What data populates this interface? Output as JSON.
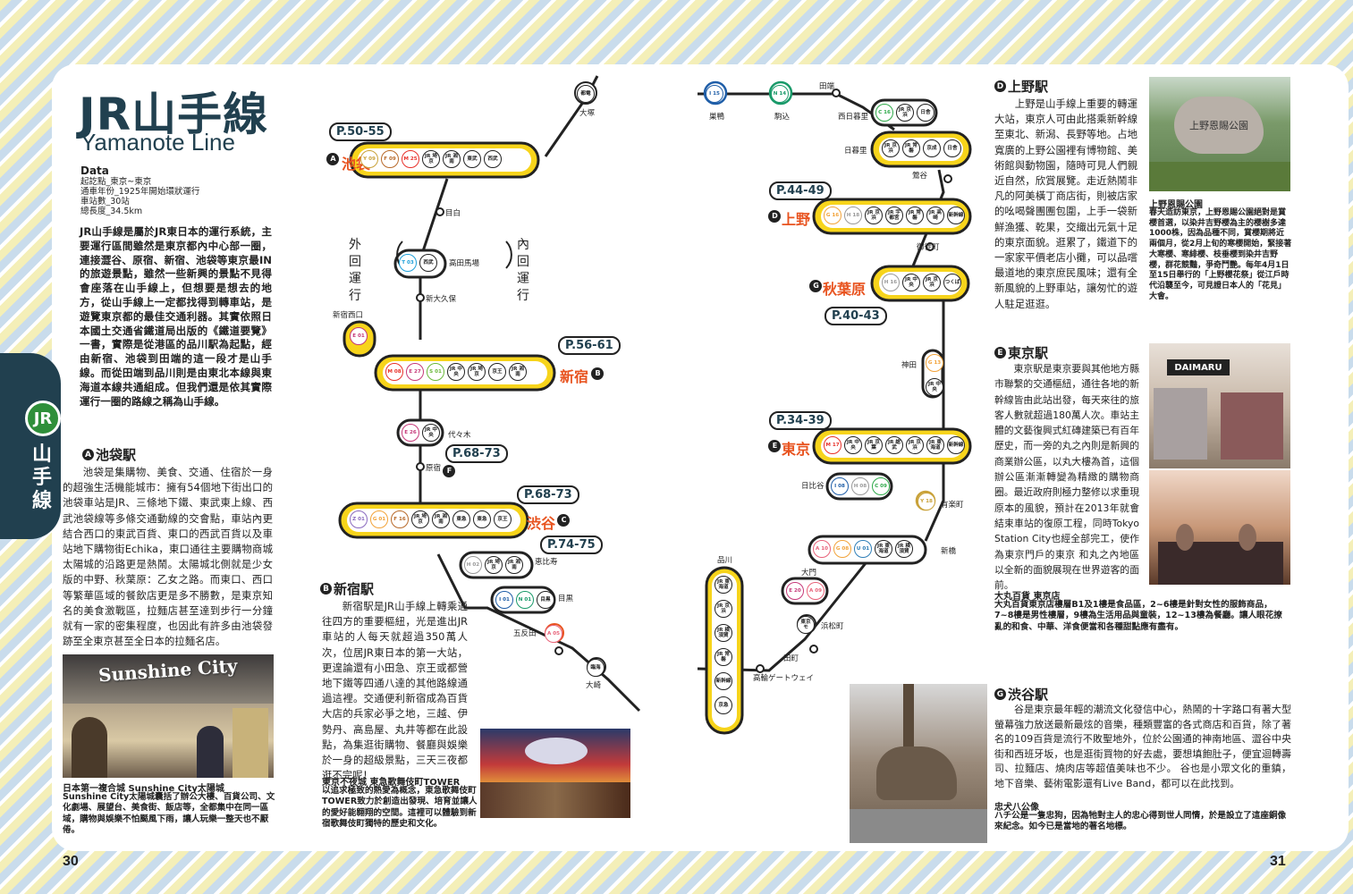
{
  "left": {
    "title": "JR山手線",
    "subtitle": "Yamanote Line",
    "data_heading": "Data",
    "data_lines": [
      "起訖點_東京~東京",
      "通車年份_1925年開始環狀運行",
      "車站數_30站",
      "總長度_34.5km"
    ],
    "intro": "JR山手線是屬於JR東日本的運行系統，主要運行區間雖然是東京都內中心部一圈，連接澀谷、原宿、新宿、池袋等東京最IN的旅遊景點，雖然一些新興的景點不見得會座落在山手線上，但想要是想去的地方，從山手線上一定都找得到轉車站，是遊覽東京都的最佳交通利器。其實依照日本國土交通省鐵道局出版的《鐵道要覽》一書，實際是從港區的品川駅為起點，經由新宿、池袋到田端的這一段才是山手線。而從田端到品川則是由東北本線與東海道本線共通組成。但我們還是依其實際運行一圈的路線之稱為山手線。",
    "tab_circle": "JR",
    "tab_text": "山手線",
    "ikebukuro": {
      "letter": "A",
      "title": "池袋駅",
      "body": "池袋是集購物、美食、交通、住宿於一身的超強生活機能城市：擁有54個地下街出口的池袋車站是JR、三條地下鐵、東武東上線、西武池袋線等多條交通動線的交會點，車站內更結合西口的東武百貨、東口的西武百貨以及車站地下購物街Echika，東口通往主要購物商城太陽城的沿路更是熱鬧。太陽城北側就是少女版的中野、秋葉原：乙女之路。而東口、西口等繁華區域的餐飲店更是多不勝數，是東京知名的美食激戰區，拉麵店甚至達到步行一分鐘就有一家的密集程度，也因此有許多由池袋發跡至全東京甚至全日本的拉麵名店。"
    },
    "photo1": {
      "sign": "Sunshine City",
      "cap_title": "日本第一複合城 Sunshine City太陽城",
      "cap": "Sunshine City太陽城囊括了辦公大樓、百貨公司、文化劇場、展望台、美食街、飯店等，全都集中在同一區域，購物與娛樂不怕颳風下雨，讓人玩樂一整天也不厭倦。"
    },
    "shinjuku": {
      "letter": "B",
      "title": "新宿駅",
      "body": "新宿駅是JR山手線上轉乘通往四方的重要樞紐，光是進出JR車站的人每天就超過350萬人次，位居JR東日本的第一大站，更遑論還有小田急、京王或都營地下鐵等四通八達的其他路線通過這裡。交通便利新宿成為百貨大店的兵家必爭之地，三越、伊勢丹、高島屋、丸井等都在此設點，為集逛街購物、餐廳與娛樂於一身的超級景點，三天三夜都逛不完呢！"
    },
    "photo2": {
      "cap_title": "東京不夜城 東急歌舞伎町TOWER",
      "cap": "以追求極致的熱愛為概念，東急歌舞伎町TOWER致力於創造出發現、培育並讓人的愛好能翱翔的空間。這裡可以體驗到新宿歌舞伎町獨特的歷史和文化。"
    },
    "page": "30"
  },
  "right": {
    "ueno": {
      "letter": "D",
      "title": "上野駅",
      "body": "上野是山手線上重要的轉運大站，東京人可由此搭乘新幹線至東北、新潟、長野等地。占地寬廣的上野公園裡有博物館、美術館與動物園，隨時可見人們親近自然，欣賞展覽。走近熱鬧非凡的阿美橫丁商店街，則被店家的吆喝聲團團包圍，上手一袋新鮮漁獲、乾果，交織出元氣十足的東京面貌。逛累了，鐵道下的一家家平價老店小攤，可以品嚐最道地的東京庶民風味；還有全新風貌的上野車站，讓匆忙的遊人駐足逛逛。"
    },
    "photo3": {
      "stone": "上野恩賜公園",
      "cap_title": "上野恩賜公園",
      "cap": "春天造訪東京，上野恩賜公園絕對是賞櫻首選，以染井吉野櫻為主的櫻樹多達1000株，因為品種不同，賞櫻期將近兩個月，從2月上旬的寒櫻開始，緊接著大寒櫻、寒緋櫻、枝垂櫻到染井吉野櫻，群花競豔，爭奇鬥艷。每年4月1日至15日舉行的「上野櫻花祭」從江戶時代沿襲至今，可見證日本人的「花見」大會。"
    },
    "tokyo": {
      "letter": "E",
      "title": "東京駅",
      "body": "東京駅是東京要與其他地方縣市聯繫的交通樞紐，通往各地的新幹線皆由此站出發，每天來往的旅客人數就超過180萬人次。車站主體的文藝復興式紅磚建築已有百年歷史，而一旁的丸之內則是新興的商業辦公區，以丸大樓為首，這個辦公區漸漸轉變為精緻的購物商圈。最近政府則極力整修以求重現原本的風貌，預計在2013年就會結束車站的復原工程，同時Tokyo Station City也經全部完工，使作為東京門戶的東京 和丸之內地區以全新的面貌展現在世界遊客的面前。"
    },
    "photo4": {
      "sign": "DAIMARU",
      "cap_title": "大丸百貨 東京店",
      "cap": "大丸百貨東京店樓層B1及1樓是食品區，2~6樓是針對女性的服飾商品，7~8樓是男性樓層，9樓為生活用品與童裝，12~13樓為餐廳。讓人眼花撩亂的和食、中華、洋食便當和各種甜點應有盡有。"
    },
    "shibuya": {
      "letter": "G",
      "title": "渋谷駅",
      "body": "谷是東京最年輕的潮流文化發信中心，熱鬧的十字路口有著大型螢幕強力放送最新最炫的音樂，種類豐富的各式商店和百貨，除了著名的109百貨是流行不敗聖地外，位於公園通的神南地區、澀谷中央街和西班牙坂，也是逛街買物的好去處，要想填飽肚子，便宜迴轉壽司、拉麵店、燒肉店等超值美味也不少。 谷也是小眾文化的重鎮，地下音樂、藝術電影還有Live Band，都可以在此找到。"
    },
    "photo5": {
      "cap_title": "忠犬八公像",
      "cap": "ハチ公是一隻忠狗，因為牠對主人的忠心得到世人同情，於是設立了這座銅像來紀念。如今已是當地的著名地標。"
    },
    "page": "31"
  },
  "map": {
    "dir_left": "外回運行",
    "dir_right": "內回運行",
    "pages": {
      "ikebukuro": "P.50-55",
      "shinjuku": "P.56-61",
      "shibuya": "P.68-73",
      "ebisu": "P.74-75",
      "ueno": "P.44-49",
      "akihabara": "P.40-43",
      "tokyo": "P.34-39"
    },
    "hubs": {
      "ikebukuro": "池袋",
      "shinjuku": "新宿",
      "shibuya": "渋谷",
      "ueno": "上野",
      "akihabara": "秋葉原",
      "tokyo": "東京"
    },
    "hub_letters": {
      "ikebukuro": "A",
      "shinjuku": "B",
      "shibuya": "C",
      "ueno": "D",
      "tokyo": "E",
      "harajuku": "F",
      "akihabara": "G"
    },
    "stations": [
      "大塚",
      "目白",
      "高田馬場",
      "新大久保",
      "新宿西口",
      "代々木",
      "原宿",
      "恵比寿",
      "目黒",
      "五反田",
      "大崎",
      "巣鴨",
      "駒込",
      "田端",
      "西日暮里",
      "日暮里",
      "鶯谷",
      "御徒町",
      "神田",
      "有楽町",
      "日比谷",
      "新橋",
      "大門",
      "浜松町",
      "田町",
      "高輪ゲートウェイ",
      "品川"
    ],
    "badges": {
      "ikebukuro": [
        "Y 09",
        "F 09",
        "M 25",
        "JR 埼京",
        "JR 湘南",
        "東武",
        "西武"
      ],
      "shinjuku": [
        "M 08",
        "E 27",
        "S 01",
        "JR 中央",
        "JR 埼京",
        "京王",
        "JR 湘南"
      ],
      "shibuya": [
        "Z 01",
        "G 01",
        "F 16",
        "JR 埼京",
        "JR 湘南",
        "東急",
        "東急",
        "京王"
      ],
      "ueno": [
        "G 16",
        "H 18",
        "JR 京浜",
        "JR 宇都宮",
        "JR 常磐",
        "JR 高崎",
        "新幹線"
      ],
      "akihabara": [
        "H 16",
        "JR 中央",
        "JR 京浜",
        "つくば"
      ],
      "tokyo": [
        "M 17",
        "JR 中央",
        "JR 京葉",
        "JR 総武",
        "JR 京浜",
        "JR 東海道",
        "新幹線"
      ],
      "otsuka": [
        "都電"
      ],
      "takadanobaba": [
        "T 03",
        "西武"
      ],
      "shinjuku_nishiguchi": [
        "E 01"
      ],
      "yoyogi": [
        "E 26",
        "JR 中央"
      ],
      "ebisu": [
        "H 02",
        "JR 埼京",
        "JR 湘南"
      ],
      "meguro": [
        "I 01",
        "N 01",
        "目黒"
      ],
      "gotanda": [
        "A 05"
      ],
      "osaki": [
        "臨海"
      ],
      "sugamo": [
        "I 15"
      ],
      "komagome": [
        "N 14"
      ],
      "nishinippori": [
        "C 16",
        "JR 京浜",
        "日舎"
      ],
      "nippori": [
        "JR 京浜",
        "JR 常磐",
        "京成",
        "日舎"
      ],
      "kanda": [
        "G 13",
        "JR 中央"
      ],
      "yurakucho": [
        "Y 18"
      ],
      "hibiya": [
        "I 08",
        "H 08",
        "C 09"
      ],
      "shimbashi": [
        "A 10",
        "G 08",
        "U 01",
        "JR 東海道",
        "JR 横須賀"
      ],
      "daimon": [
        "E 20",
        "A 09"
      ],
      "hamamatsucho": [
        "東京 モ"
      ],
      "shinagawa": [
        "JR 東海道",
        "JR 京浜",
        "JR 横須賀",
        "JR 常磐",
        "新幹線",
        "京急"
      ]
    }
  },
  "colors": {
    "accent": "#f7d41b",
    "navy": "#21404f",
    "orange": "#e8531f",
    "green": "#2f8f3a"
  }
}
